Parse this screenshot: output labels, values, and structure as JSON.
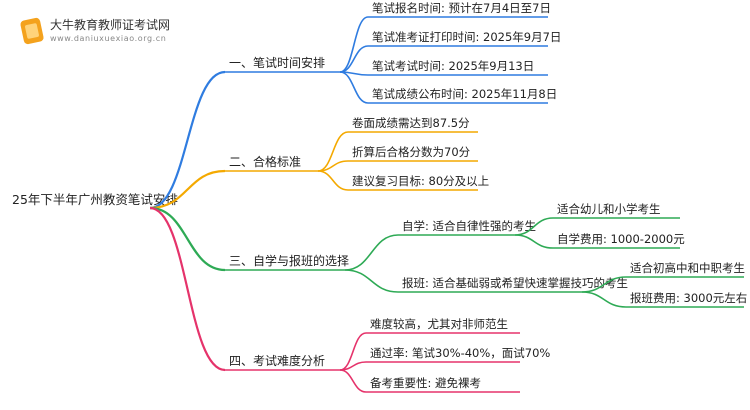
{
  "logo": {
    "name": "大牛教育教师证考试网",
    "url": "www.daniuxuexiao.org.cn"
  },
  "root": "25年下半年广州教资笔试安排",
  "branches": [
    {
      "label": "一、笔试时间安排",
      "color": "#2f7ce0",
      "children": [
        {
          "label": "笔试报名时间: 预计在7月4日至7日"
        },
        {
          "label": "笔试准考证打印时间: 2025年9月7日"
        },
        {
          "label": "笔试考试时间: 2025年9月13日"
        },
        {
          "label": "笔试成绩公布时间: 2025年11月8日"
        }
      ]
    },
    {
      "label": "二、合格标准",
      "color": "#f4a900",
      "children": [
        {
          "label": "卷面成绩需达到87.5分"
        },
        {
          "label": "折算后合格分数为70分"
        },
        {
          "label": "建议复习目标: 80分及以上"
        }
      ]
    },
    {
      "label": "三、自学与报班的选择",
      "color": "#2eaa55",
      "children": [
        {
          "label": "自学: 适合自律性强的考生",
          "children": [
            {
              "label": "适合幼儿和小学考生"
            },
            {
              "label": "自学费用: 1000-2000元"
            }
          ]
        },
        {
          "label": "报班: 适合基础弱或希望快速掌握技巧的考生",
          "children": [
            {
              "label": "适合初高中和中职考生"
            },
            {
              "label": "报班费用: 3000元左右"
            }
          ]
        }
      ]
    },
    {
      "label": "四、考试难度分析",
      "color": "#e5336b",
      "children": [
        {
          "label": "难度较高，尤其对非师范生"
        },
        {
          "label": "通过率: 笔试30%-40%，面试70%"
        },
        {
          "label": "备考重要性: 避免裸考"
        }
      ]
    }
  ]
}
